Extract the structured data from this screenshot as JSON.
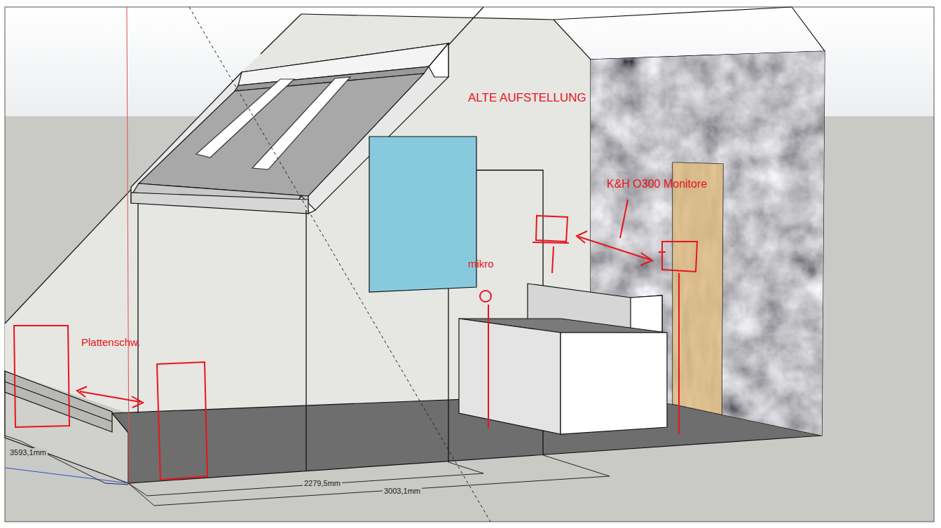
{
  "diagram": {
    "title": "ALTE AUFSTELLUNG",
    "labels": [
      "K&H O300 Monitore",
      "mikro",
      "Plattenschw.",
      "3593,1mm",
      "2279,5mm",
      "3003,1mm"
    ]
  }
}
